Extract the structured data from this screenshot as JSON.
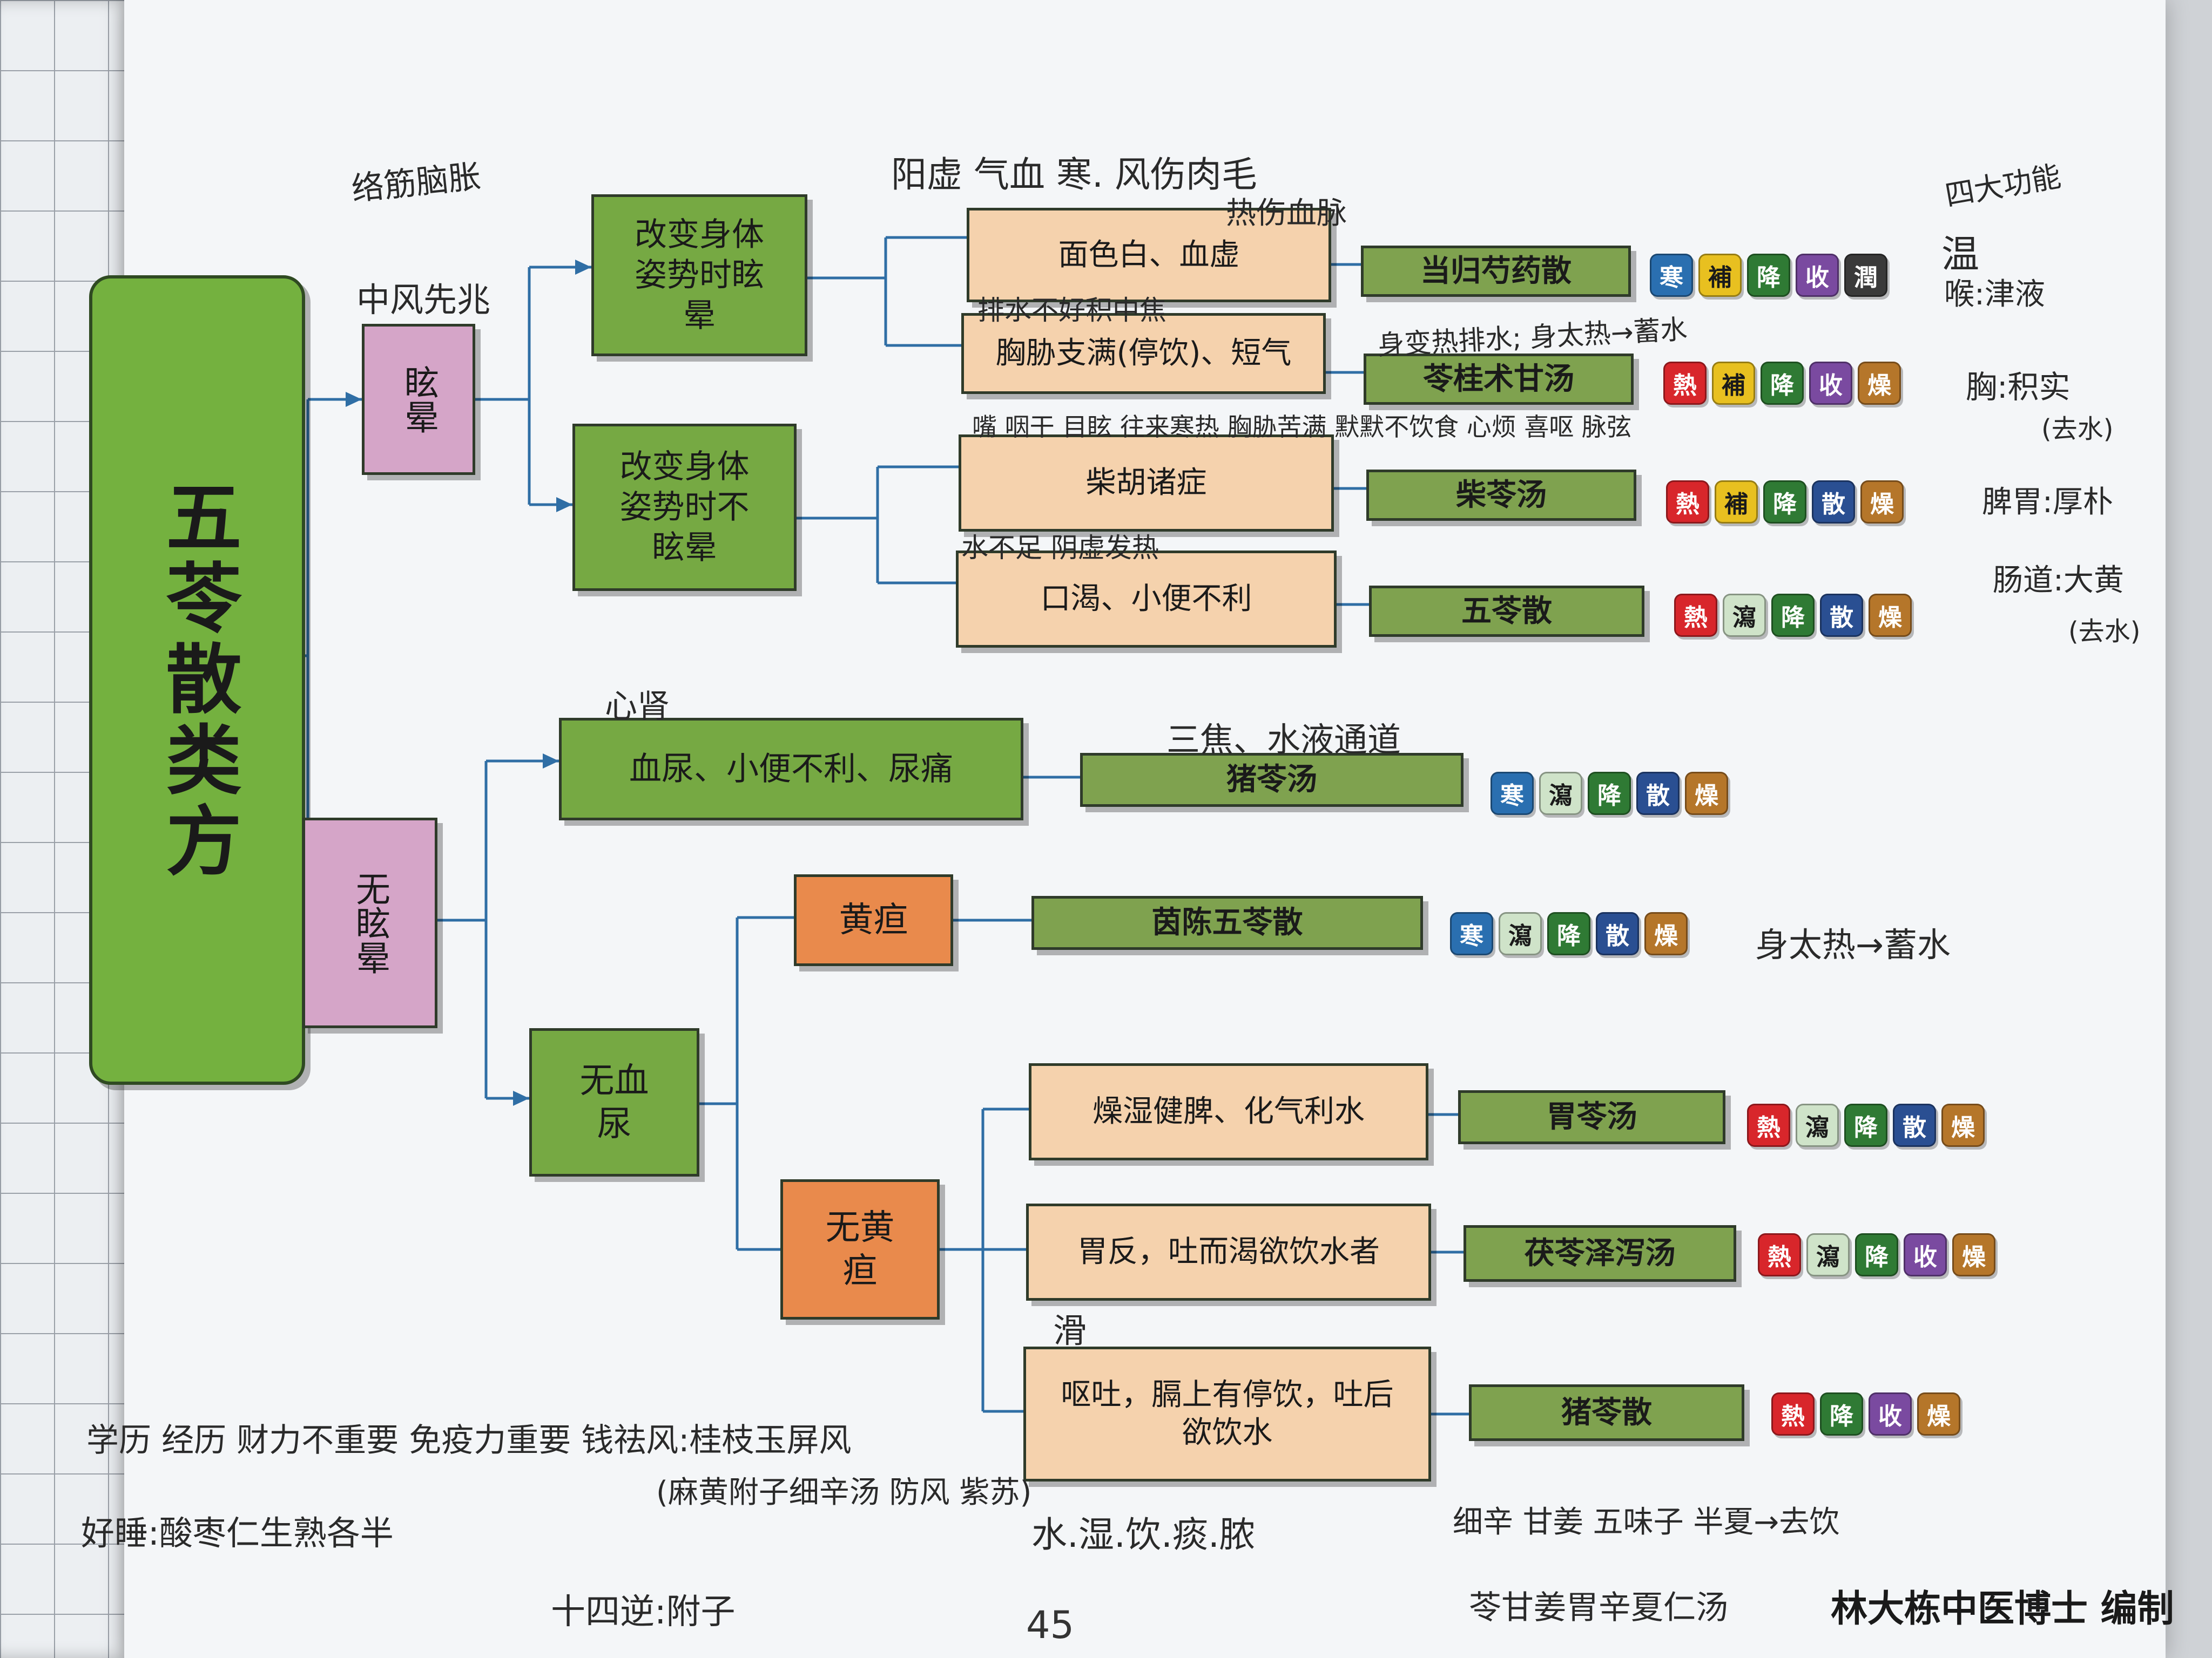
{
  "title": "五苓散类方",
  "nodes": {
    "dizziness": "眩晕",
    "no_dizziness": "无眩晕",
    "posture_dizzy": "改变身体姿势时眩晕",
    "posture_not_dizzy": "改变身体姿势时不眩晕",
    "pale_blood_def": "面色白、血虚",
    "chest_fullness": "胸胁支满(停饮)、短气",
    "chaihu": "柴胡诸症",
    "thirst_urine": "口渴、小便不利",
    "hematuria": "血尿、小便不利、尿痛",
    "no_hematuria": "无血尿",
    "jaundice": "黄疸",
    "no_jaundice": "无黄疸",
    "dry_damp": "燥湿健脾、化气利水",
    "stomach_reflux": "胃反，吐而渴欲饮水者",
    "vomit": "呕吐，膈上有停饮，吐后欲饮水"
  },
  "formulas": {
    "danggui": "当归芍药散",
    "linggui": "苓桂术甘汤",
    "chailing": "柴苓汤",
    "wuling": "五苓散",
    "zhuling_tang": "猪苓汤",
    "yinchen": "茵陈五苓散",
    "weiling": "胃苓汤",
    "fuling_zexie": "茯苓泽泻汤",
    "zhuling_san": "猪苓散"
  },
  "tags": {
    "danggui": [
      "寒",
      "補",
      "降",
      "收",
      "潤"
    ],
    "linggui": [
      "熱",
      "補",
      "降",
      "收",
      "燥"
    ],
    "chailing": [
      "熱",
      "補",
      "降",
      "散",
      "燥"
    ],
    "wuling": [
      "熱",
      "瀉",
      "降",
      "散",
      "燥"
    ],
    "zhuling_tang": [
      "寒",
      "瀉",
      "降",
      "散",
      "燥"
    ],
    "yinchen": [
      "寒",
      "瀉",
      "降",
      "散",
      "燥"
    ],
    "weiling": [
      "熱",
      "瀉",
      "降",
      "散",
      "燥"
    ],
    "fuling_zexie": [
      "熱",
      "瀉",
      "降",
      "收",
      "燥"
    ],
    "zhuling_san": [
      "熱",
      "降",
      "收",
      "燥"
    ]
  },
  "tag_colors": {
    "寒": "#2a6fb0",
    "熱": "#d8262b",
    "補": "#e8c020",
    "瀉": "#cfe3c9",
    "降": "#2f7a34",
    "收": "#7a4aa0",
    "散": "#2a4f92",
    "潤": "#3a3a3a",
    "燥": "#b5762a"
  },
  "notes": {
    "n1": "络筋脑胀",
    "n2": "中风先兆",
    "n3": "阳虚 气血 寒. 风伤肉毛",
    "n4": "热伤血脉",
    "n5": "四大功能",
    "n6": "温",
    "n7": "喉:津液",
    "n8": "排水不好积中焦",
    "n9": "身变热排水; 身太热→蓄水",
    "n10": "胸:积实",
    "n11": "(去水)",
    "n12": "嘴 咽干 目眩 往来寒热 胸胁苦满 默默不饮食 心烦 喜呕 脉弦",
    "n13": "脾胃:厚朴",
    "n14": "水不足 阴虚发热",
    "n15": "肠道:大黄",
    "n16": "(去水)",
    "n17": "心肾",
    "n18": "三焦、水液通道",
    "n19": "身太热→蓄水",
    "n20": "滑",
    "n21": "学历 经历 财力不重要 免疫力重要 钱祛风:桂枝玉屏风",
    "n22": "好睡:酸枣仁生熟各半",
    "n23": "(麻黄附子细辛汤 防风 紫苏)",
    "n24": "水.湿.饮.痰.脓",
    "n25": "细辛 甘姜 五味子 半夏→去饮",
    "n26": "十四逆:附子",
    "n27": "苓甘姜胃辛夏仁汤"
  },
  "page_number": "45",
  "author": "林大栋中医博士 编制"
}
